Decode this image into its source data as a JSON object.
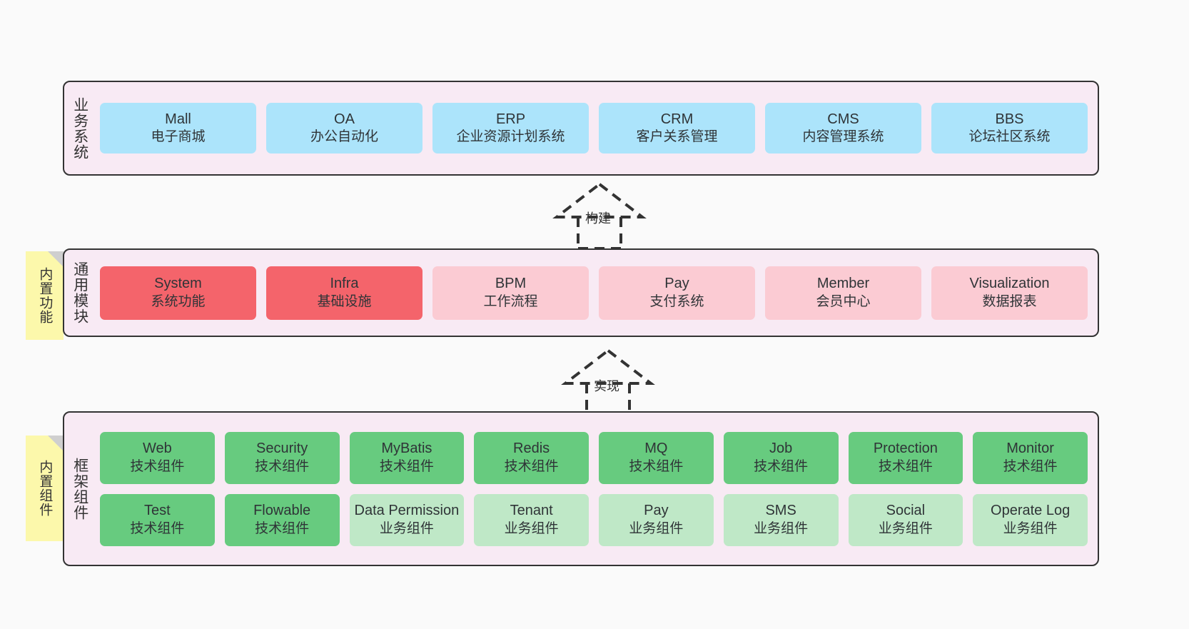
{
  "diagram": {
    "background_color": "#fafafa",
    "panel_color": "#f8eaf4",
    "border_color": "#333333",
    "note_color": "#fcf8ab"
  },
  "layers": [
    {
      "id": "business",
      "title": "业务系统",
      "rows": [
        {
          "cells": [
            {
              "en": "Mall",
              "cn": "电子商城",
              "color": "#ace4fb",
              "style": "c-blue"
            },
            {
              "en": "OA",
              "cn": "办公自动化",
              "color": "#ace4fb",
              "style": "c-blue"
            },
            {
              "en": "ERP",
              "cn": "企业资源计划系统",
              "color": "#ace4fb",
              "style": "c-blue"
            },
            {
              "en": "CRM",
              "cn": "客户关系管理",
              "color": "#ace4fb",
              "style": "c-blue"
            },
            {
              "en": "CMS",
              "cn": "内容管理系统",
              "color": "#ace4fb",
              "style": "c-blue"
            },
            {
              "en": "BBS",
              "cn": "论坛社区系统",
              "color": "#ace4fb",
              "style": "c-blue"
            }
          ]
        }
      ]
    },
    {
      "id": "common",
      "title": "通用模块",
      "note": "内置功能",
      "rows": [
        {
          "cells": [
            {
              "en": "System",
              "cn": "系统功能",
              "color": "#f4646b",
              "style": "c-red"
            },
            {
              "en": "Infra",
              "cn": "基础设施",
              "color": "#f4646b",
              "style": "c-red"
            },
            {
              "en": "BPM",
              "cn": "工作流程",
              "color": "#fbcbd3",
              "style": "c-pink"
            },
            {
              "en": "Pay",
              "cn": "支付系统",
              "color": "#fbcbd3",
              "style": "c-pink"
            },
            {
              "en": "Member",
              "cn": "会员中心",
              "color": "#fbcbd3",
              "style": "c-pink"
            },
            {
              "en": "Visualization",
              "cn": "数据报表",
              "color": "#fbcbd3",
              "style": "c-pink"
            }
          ]
        }
      ]
    },
    {
      "id": "framework",
      "title": "框架组件",
      "note": "内置组件",
      "rows": [
        {
          "cells": [
            {
              "en": "Web",
              "cn": "技术组件",
              "color": "#67cb7f",
              "style": "c-green"
            },
            {
              "en": "Security",
              "cn": "技术组件",
              "color": "#67cb7f",
              "style": "c-green"
            },
            {
              "en": "MyBatis",
              "cn": "技术组件",
              "color": "#67cb7f",
              "style": "c-green"
            },
            {
              "en": "Redis",
              "cn": "技术组件",
              "color": "#67cb7f",
              "style": "c-green"
            },
            {
              "en": "MQ",
              "cn": "技术组件",
              "color": "#67cb7f",
              "style": "c-green"
            },
            {
              "en": "Job",
              "cn": "技术组件",
              "color": "#67cb7f",
              "style": "c-green"
            },
            {
              "en": "Protection",
              "cn": "技术组件",
              "color": "#67cb7f",
              "style": "c-green"
            },
            {
              "en": "Monitor",
              "cn": "技术组件",
              "color": "#67cb7f",
              "style": "c-green"
            }
          ]
        },
        {
          "cells": [
            {
              "en": "Test",
              "cn": "技术组件",
              "color": "#67cb7f",
              "style": "c-green"
            },
            {
              "en": "Flowable",
              "cn": "技术组件",
              "color": "#67cb7f",
              "style": "c-green"
            },
            {
              "en": "Data Permission",
              "cn": "业务组件",
              "color": "#bfe8c7",
              "style": "c-green-light"
            },
            {
              "en": "Tenant",
              "cn": "业务组件",
              "color": "#bfe8c7",
              "style": "c-green-light"
            },
            {
              "en": "Pay",
              "cn": "业务组件",
              "color": "#bfe8c7",
              "style": "c-green-light"
            },
            {
              "en": "SMS",
              "cn": "业务组件",
              "color": "#bfe8c7",
              "style": "c-green-light"
            },
            {
              "en": "Social",
              "cn": "业务组件",
              "color": "#bfe8c7",
              "style": "c-green-light"
            },
            {
              "en": "Operate Log",
              "cn": "业务组件",
              "color": "#bfe8c7",
              "style": "c-green-light"
            }
          ]
        }
      ]
    }
  ],
  "connectors": [
    {
      "id": "build",
      "label": "构建",
      "style": "dashed-generalization",
      "direction": "up"
    },
    {
      "id": "impl",
      "label": "实现",
      "style": "dashed-generalization",
      "direction": "up"
    }
  ]
}
